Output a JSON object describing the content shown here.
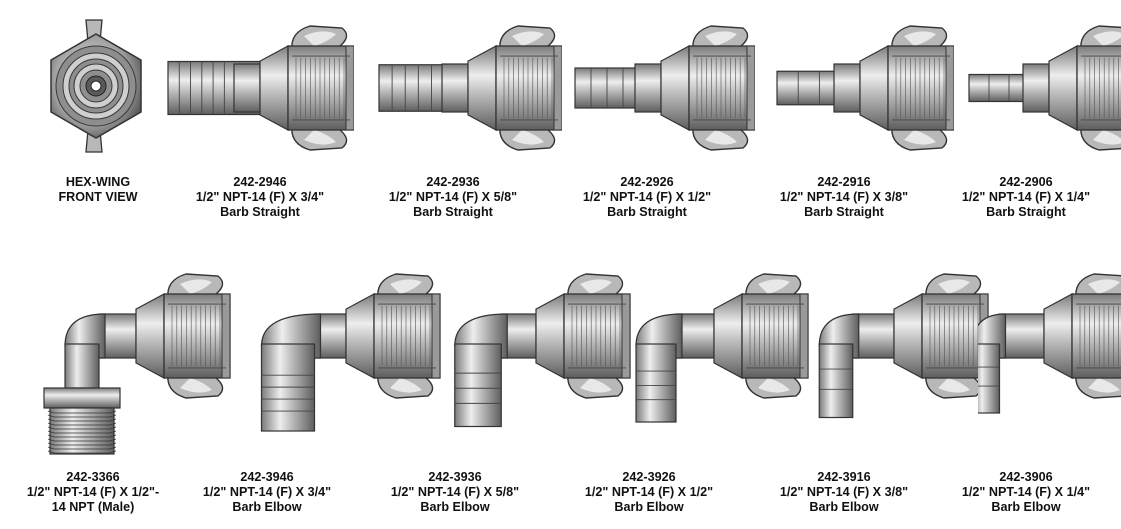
{
  "colors": {
    "metal_light": "#e4e4e4",
    "metal_mid": "#a8a8a8",
    "metal_dark": "#6a6a6a",
    "outline": "#333333",
    "wing": "#b8b8b8"
  },
  "front_view": {
    "icon": "hex-wing-front-view-icon",
    "lines": [
      "HEX-WING",
      "FRONT VIEW"
    ]
  },
  "straight_fittings": [
    {
      "part": "242-2946",
      "spec": "1/2\" NPT-14 (F) X 3/4\"",
      "kind": "Barb Straight",
      "barb": 0.75
    },
    {
      "part": "242-2936",
      "spec": "1/2\" NPT-14 (F) X 5/8\"",
      "kind": "Barb Straight",
      "barb": 0.625
    },
    {
      "part": "242-2926",
      "spec": "1/2\" NPT-14 (F) X 1/2\"",
      "kind": "Barb Straight",
      "barb": 0.5
    },
    {
      "part": "242-2916",
      "spec": "1/2\" NPT-14 (F) X 3/8\"",
      "kind": "Barb Straight",
      "barb": 0.375
    },
    {
      "part": "242-2906",
      "spec": "1/2\" NPT-14 (F) X 1/4\"",
      "kind": "Barb Straight",
      "barb": 0.25
    }
  ],
  "male_fitting": {
    "part": "242-3366",
    "spec": "1/2\" NPT-14 (F) X 1/2\"-",
    "kind": "14 NPT (Male)"
  },
  "elbow_fittings": [
    {
      "part": "242-3946",
      "spec": "1/2\" NPT-14 (F) X 3/4\"",
      "kind": "Barb Elbow",
      "barb": 0.75
    },
    {
      "part": "242-3936",
      "spec": "1/2\" NPT-14 (F) X 5/8\"",
      "kind": "Barb Elbow",
      "barb": 0.625
    },
    {
      "part": "242-3926",
      "spec": "1/2\" NPT-14 (F) X 1/2\"",
      "kind": "Barb Elbow",
      "barb": 0.5
    },
    {
      "part": "242-3916",
      "spec": "1/2\" NPT-14 (F) X 3/8\"",
      "kind": "Barb Elbow",
      "barb": 0.375
    },
    {
      "part": "242-3906",
      "spec": "1/2\" NPT-14 (F) X 1/4\"",
      "kind": "Barb Elbow",
      "barb": 0.25
    }
  ]
}
